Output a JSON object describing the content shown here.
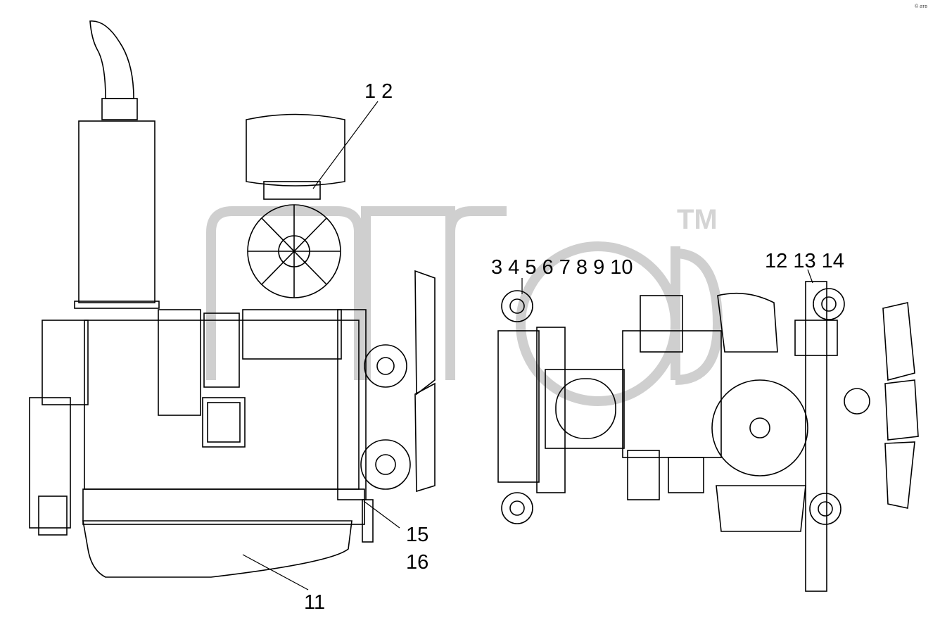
{
  "callouts": {
    "c12": "1 2",
    "c3_10": "3 4 5 6 7 8 9 10",
    "c12_14": "12 13 14",
    "c15": "15",
    "c16": "16",
    "c11": "11"
  },
  "watermark": {
    "tm": "TM"
  },
  "corner_tag": "© aтв",
  "colors": {
    "line": "#000000",
    "watermark": "#d0d0d0"
  }
}
